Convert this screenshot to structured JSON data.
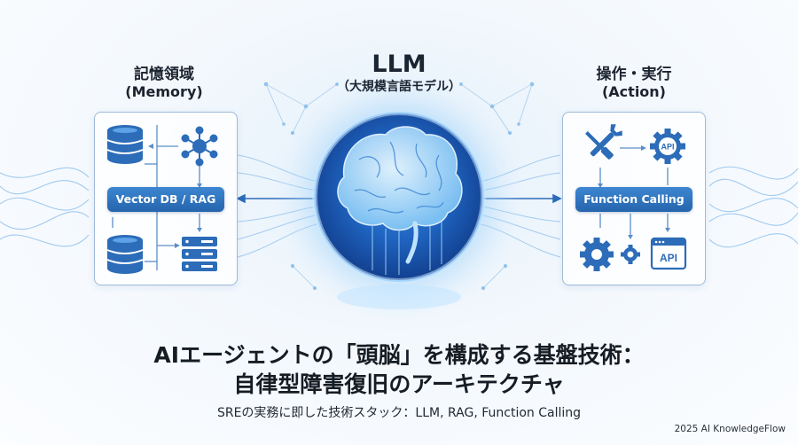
{
  "memory": {
    "title_line1": "記憶領域",
    "title_line2": "(Memory)",
    "pill_label": "Vector DB / RAG"
  },
  "llm": {
    "title": "LLM",
    "subtitle": "（大規模言語モデル）"
  },
  "action": {
    "title_line1": "操作・実行",
    "title_line2": "(Action)",
    "pill_label": "Function Calling",
    "api_badge_small": "API",
    "api_badge_large": "API"
  },
  "headline": {
    "line1": "AIエージェントの「頭脳」を構成する基盤技術：",
    "line2": "自律型障害復旧のアーキテクチャ"
  },
  "subtitle": "SREの実務に即した技術スタック：LLM, RAG, Function Calling",
  "footer": "2025 AI KnowledgeFlow",
  "colors": {
    "accent": "#2565ad",
    "accent_light": "#3d86d1",
    "panel_border": "#9fbad8",
    "brain_glow": "#5fb2f5"
  },
  "icons": {
    "memory": [
      "database-icon",
      "network-node-icon",
      "database-icon",
      "server-rack-icon"
    ],
    "action": [
      "tools-icon",
      "api-gear-icon",
      "settings-gears-icon",
      "api-window-icon"
    ],
    "center": "brain-icon"
  }
}
